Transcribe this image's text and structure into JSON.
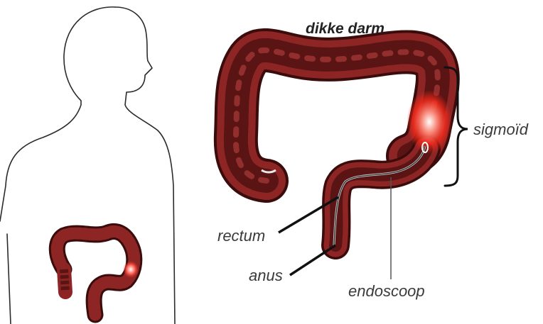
{
  "title": "dikke darm",
  "labels": {
    "sigmoid": "sigmoïd",
    "rectum": "rectum",
    "anus": "anus",
    "endoscope": "endoscoop"
  },
  "colors": {
    "colon_dark": "#5a1414",
    "colon_mid": "#8e2525",
    "colon_light": "#b84040",
    "highlight": "#ff2a1a",
    "outline": "#2b2b2b",
    "leader": "#111111",
    "text": "#3a3a3a"
  }
}
